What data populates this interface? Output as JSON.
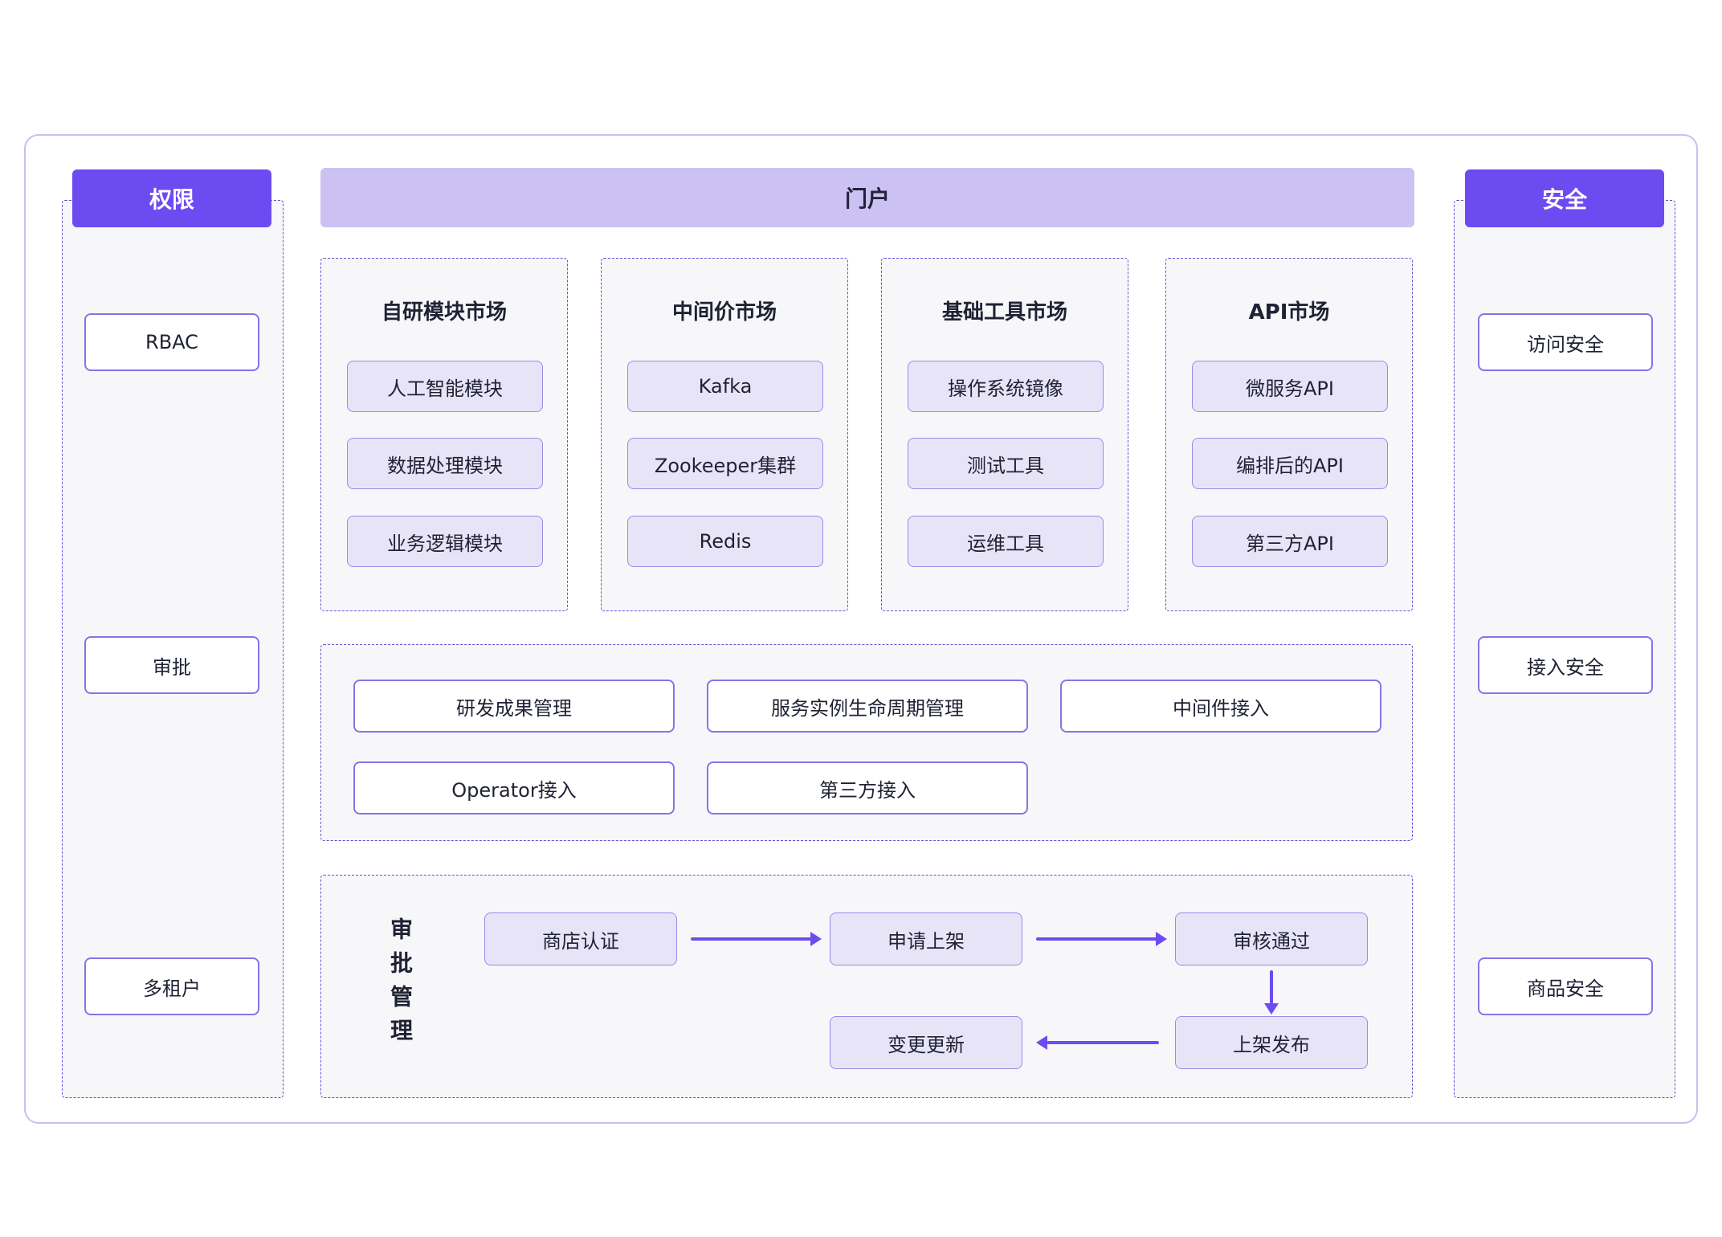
{
  "permissions": {
    "title": "权限",
    "items": [
      "RBAC",
      "审批",
      "多租户"
    ]
  },
  "security": {
    "title": "安全",
    "items": [
      "访问安全",
      "接入安全",
      "商品安全"
    ]
  },
  "portal": {
    "title": "门户"
  },
  "markets": [
    {
      "title": "自研模块市场",
      "items": [
        "人工智能模块",
        "数据处理模块",
        "业务逻辑模块"
      ]
    },
    {
      "title": "中间价市场",
      "items": [
        "Kafka",
        "Zookeeper集群",
        "Redis"
      ]
    },
    {
      "title": "基础工具市场",
      "items": [
        "操作系统镜像",
        "测试工具",
        "运维工具"
      ]
    },
    {
      "title": "API市场",
      "items": [
        "微服务API",
        "编排后的API",
        "第三方API"
      ]
    }
  ],
  "management": {
    "row1": [
      "研发成果管理",
      "服务实例生命周期管理",
      "中间件接入"
    ],
    "row2": [
      "Operator接入",
      "第三方接入"
    ]
  },
  "approval": {
    "label": "审批管理",
    "steps": {
      "certify": "商店认证",
      "apply": "申请上架",
      "approve": "审核通过",
      "publish": "上架发布",
      "update": "变更更新"
    }
  },
  "colors": {
    "accent": "#6c4cf1",
    "banner_fill": "#ccc1f3",
    "chip_fill": "#e8e4f8",
    "chip_border": "#9a89e8",
    "dashed_border": "#5a54d6"
  }
}
